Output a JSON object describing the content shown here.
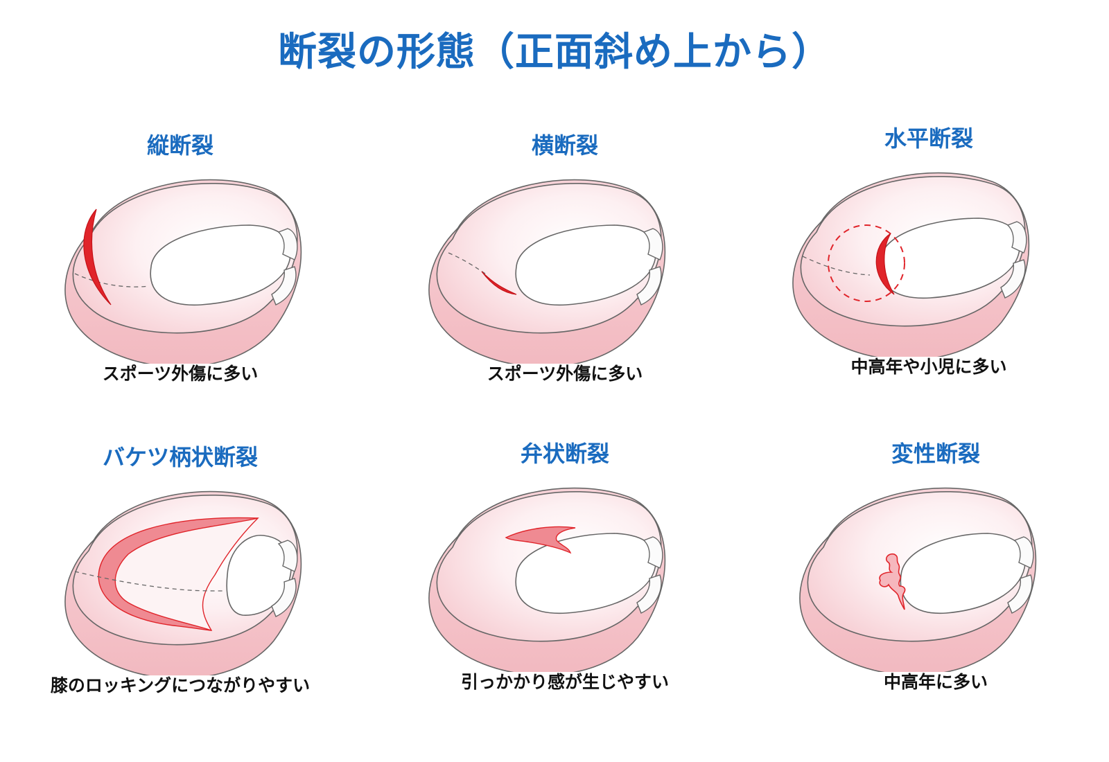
{
  "title": "断裂の形態（正面斜め上から）",
  "colors": {
    "title_blue": "#1a6bbf",
    "meniscus_fill": "#fbe3e6",
    "outline": "#666666",
    "tear_red": "#e0242a"
  },
  "panels": [
    {
      "title": "縦断裂",
      "caption": "スポーツ外傷に多い"
    },
    {
      "title": "横断裂",
      "caption": "スポーツ外傷に多い"
    },
    {
      "title": "水平断裂",
      "caption": "中高年や小児に多い"
    },
    {
      "title": "バケツ柄状断裂",
      "caption": "膝のロッキングにつながりやすい"
    },
    {
      "title": "弁状断裂",
      "caption": "引っかかり感が生じやすい"
    },
    {
      "title": "変性断裂",
      "caption": "中高年に多い"
    }
  ]
}
